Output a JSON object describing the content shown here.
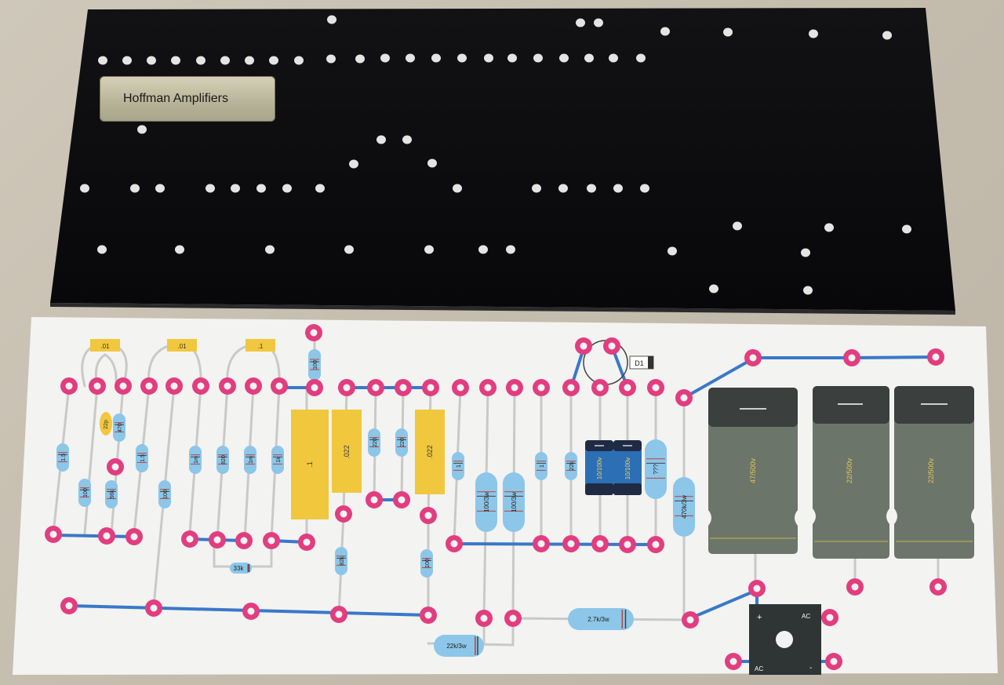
{
  "nameplate": {
    "text": "Hoffman Amplifiers"
  },
  "components": {
    "cap_01_a": ".01",
    "cap_01_b": ".01",
    "cap_1_small": ".1",
    "r_100_top": "100",
    "cap_22p": "22p",
    "r_470": "470",
    "r_1_5m_a": "1.5",
    "r_100k_a": "100",
    "r_56k": "56k",
    "r_1_5m_b": "1.5",
    "r_100k_b": "100",
    "r_1m_a": "1m",
    "r_820": "820",
    "r_1m_b": "1m",
    "r_1k": "1k",
    "r_33k": "33k",
    "cap_1_big": ".1",
    "cap_022_a": ".022",
    "cap_022_b": ".022",
    "r_220_a": "220",
    "r_220_b": "220",
    "r_82k": "82k",
    "r_100k_c": "100",
    "r_1_a": "1",
    "r_100_3w_a": "100/3w",
    "r_100_3w_b": "100/3w",
    "r_1_b": "1",
    "r_22k": "22k",
    "ecap_10_100_a": "10/100v",
    "ecap_10_100_b": "10/100v",
    "r_unknown": "???",
    "r_470k_3w": "470k/3w",
    "diode": "D1",
    "ecap_47_500": "47/500v",
    "ecap_22_500_a": "22/500v",
    "ecap_22_500_b": "22/500v",
    "r_2_7k_3w": "2.7k/3w",
    "r_22k_3w": "22k/3w",
    "rect_plus": "+",
    "rect_ac_top": "AC",
    "rect_ac_bottom": "AC",
    "rect_minus": "-"
  },
  "colors": {
    "board": "#0c0c0e",
    "paper": "#f4f4f2",
    "pad": "#e23d7f",
    "wire_blue": "#3a78c8",
    "resistor_blue": "#8cc6e9",
    "cap_yellow": "#f1c73e",
    "ecap_dark": "#1f2a44",
    "filter_cap_grey": "#6c7569"
  }
}
